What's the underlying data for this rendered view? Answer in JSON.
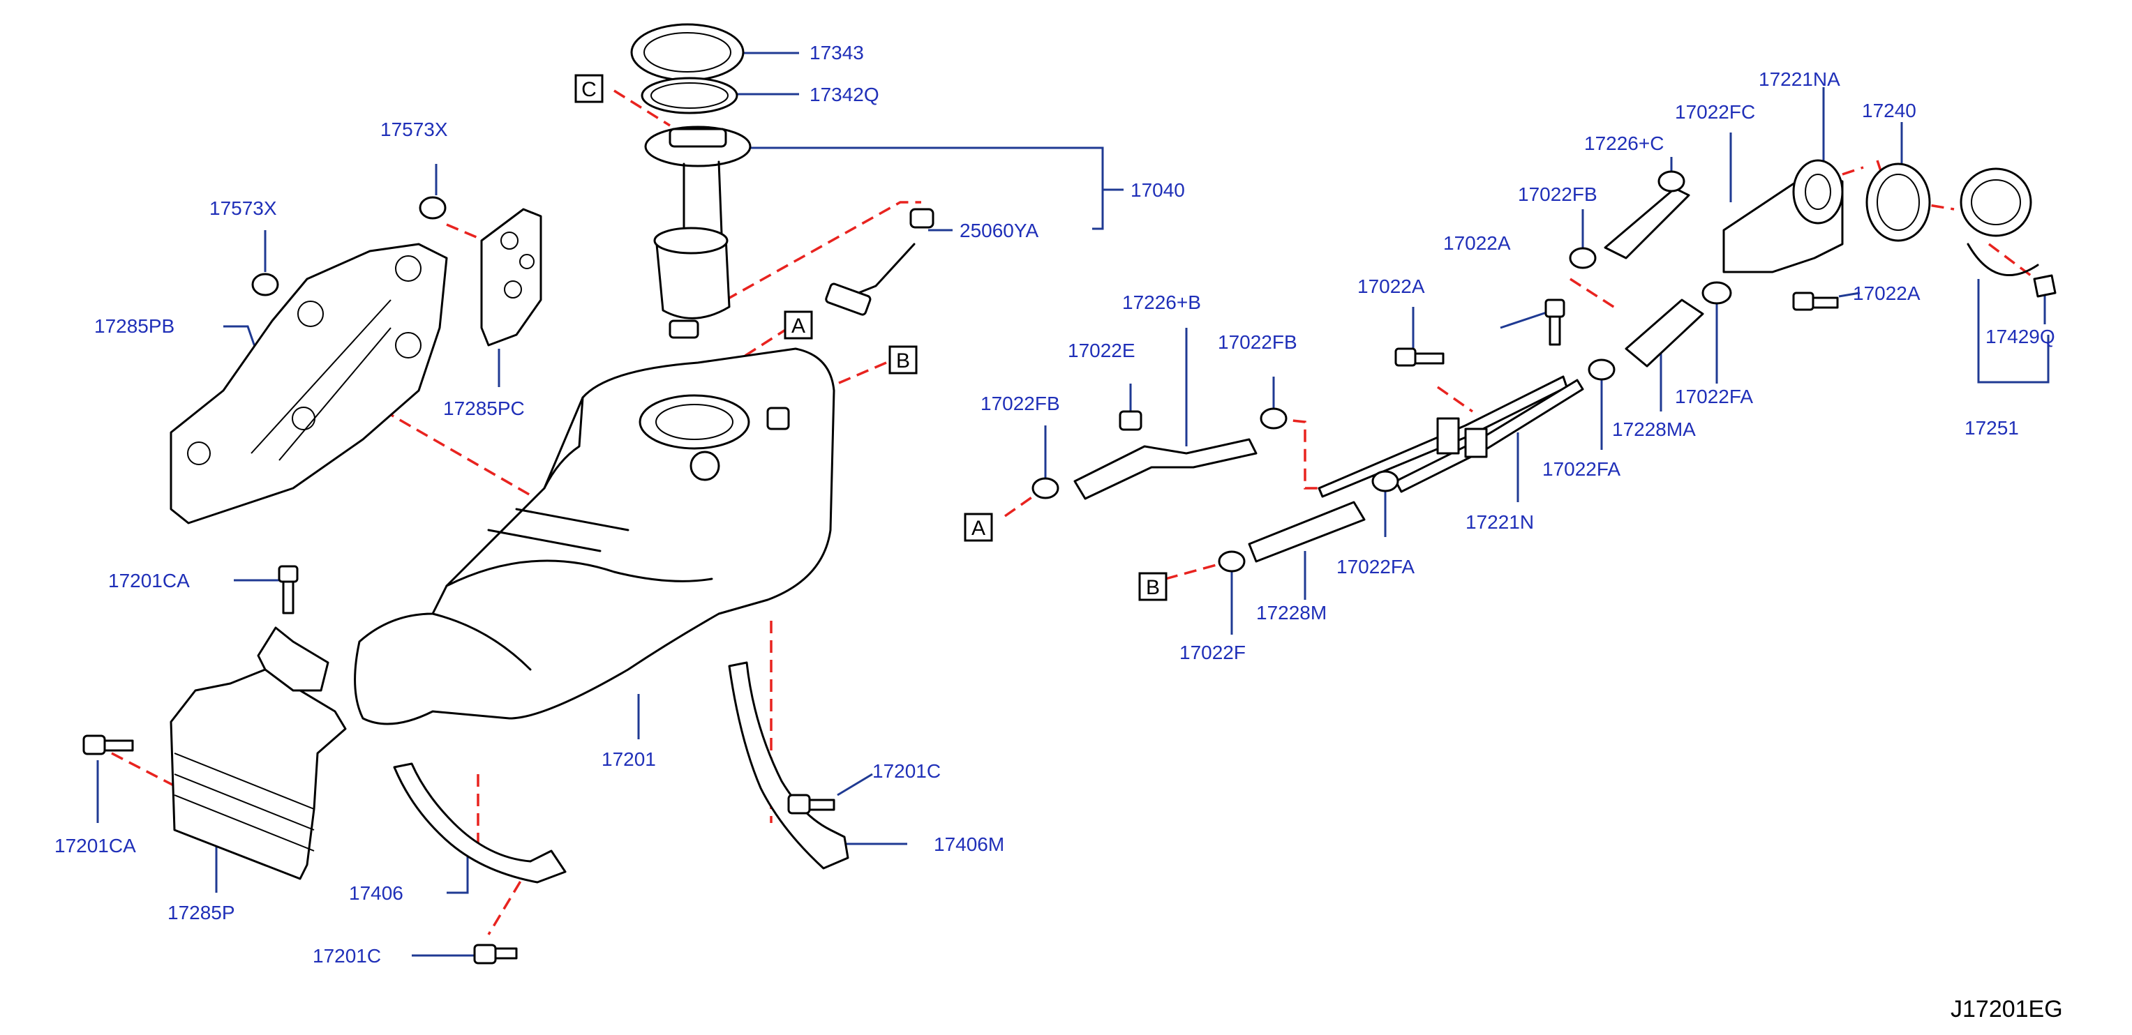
{
  "diagram_code": "J17201EG",
  "colors": {
    "label": "#1f2fb8",
    "leader": "#1f3a93",
    "connection": "#e8231f",
    "outline": "#000000"
  },
  "labels": {
    "p17343": "17343",
    "p17342Q": "17342Q",
    "p17040": "17040",
    "p25060YA": "25060YA",
    "p17573X_a": "17573X",
    "p17573X_b": "17573X",
    "p17285PB": "17285PB",
    "p17285PC": "17285PC",
    "p17201CA_a": "17201CA",
    "p17201CA_b": "17201CA",
    "p17285P": "17285P",
    "p17406": "17406",
    "p17201C_a": "17201C",
    "p17201C_b": "17201C",
    "p17201": "17201",
    "p17406M": "17406M",
    "p17022FB_a": "17022FB",
    "p17022E": "17022E",
    "p17226B": "17226+B",
    "p17022FB_b": "17022FB",
    "p17022FB_c": "17022FB",
    "p17022A_a": "17022A",
    "p17022A_b": "17022A",
    "p17226C": "17226+C",
    "p17022FC": "17022FC",
    "p17221NA": "17221NA",
    "p17240": "17240",
    "p17022A_c": "17022A",
    "p17429Q": "17429Q",
    "p17251": "17251",
    "p17228MA": "17228MA",
    "p17022FA_a": "17022FA",
    "p17022FA_b": "17022FA",
    "p17221N": "17221N",
    "p17022FA_c": "17022FA",
    "p17228M": "17228M",
    "p17022F": "17022F"
  },
  "refs": {
    "c": "C",
    "a1": "A",
    "b1": "B",
    "a2": "A",
    "b2": "B"
  }
}
